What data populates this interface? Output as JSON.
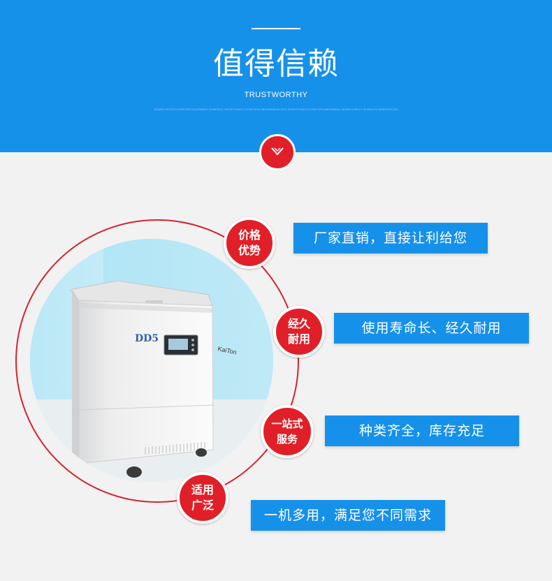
{
  "header": {
    "title": "值得信赖",
    "subtitle": "TRUSTWORTHY",
    "tagline": "BOARD SIT-UPS EXERCISE EQUIPMENT DOMESTIC SPORTS MULTI-FUNCTION ABDOMINALELSTIC SPORTS MULTI-FUNCTION ABDOMINAL WHEELS BELLY IN HEALTH WEBSITEICON"
  },
  "product": {
    "model_label": "DD5",
    "brand_label": "KaiTon"
  },
  "features": [
    {
      "badge": [
        "价格",
        "优势"
      ],
      "text": "厂家直销，直接让利给您"
    },
    {
      "badge": [
        "经久",
        "耐用"
      ],
      "text": "使用寿命长、经久耐用"
    },
    {
      "badge": [
        "一站式",
        "服务"
      ],
      "text": "种类齐全，库存充足"
    },
    {
      "badge": [
        "适用",
        "广泛"
      ],
      "text": "一机多用，满足您不同需求"
    }
  ],
  "colors": {
    "accent_blue": "#1691ea",
    "accent_red": "#e11f28"
  }
}
